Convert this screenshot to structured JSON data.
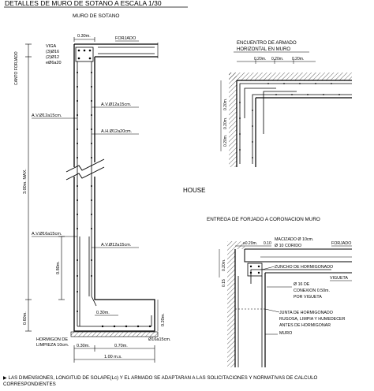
{
  "title": "DETALLES DE MURO DE SOTANO A ESCALA 1/30",
  "center_label": "HOUSE",
  "main_detail": {
    "heading": "MURO DE SOTANO",
    "labels": {
      "top_dim": "0.30m.",
      "forjado": "FORJADO",
      "viga": "VIGA",
      "viga_bars1": "(3)Ø16",
      "viga_bars2": "(2)Ø12",
      "viga_stirrup": "eØ6a20",
      "canto_forjado": "CANTO FORJADO",
      "av_12_15_upper": "A.V.Ø12a15cm.",
      "av_12_15_mid": "A.V.Ø12a15cm.",
      "ah_12_20": "A.H.Ø12a20cm.",
      "av_16_15": "A.V.Ø16a15cm.",
      "av_12_15_lower": "A.V.Ø12a15cm.",
      "height_max": "3.00m. MAX.",
      "dim_080": "0.80m.",
      "dim_060": "0.60m.",
      "dim_030": "0.30m.",
      "dim_020": "0.20m.",
      "hormigon_line1": "HORMIGON DE",
      "hormigon_line2": "LIMPIEZA 10cm.",
      "footing_bars": "Ø16a15cm.",
      "dim_030_base": "0.30m.",
      "dim_070": "0.70m.",
      "dim_100": "1.00 m.s."
    }
  },
  "corner_detail": {
    "heading_line1": "ENCUENTRO DE ARMADO",
    "heading_line2": "HORIZONTAL EN MURO",
    "labels": {
      "d1": "0.20m.",
      "d2": "0.20m.",
      "d3": "0.20m.",
      "v1": "0.20m.",
      "v2": "0.20m.",
      "v3": "0.20m."
    }
  },
  "crown_detail": {
    "heading": "ENTREGA DE FORJADO A CORONACION MURO",
    "labels": {
      "d_020": "≥0.20m.",
      "d_010": "0.10",
      "v_020": "0.20m.",
      "v_015": "0.15",
      "macizado": "MACIZADO Ø 10cm.",
      "corrido": "Ø 10 CORIDO",
      "forjado": "FORJADO",
      "zuncho": "ZUNCHO DE HORMIGONADO",
      "conexion1": "Ø 16 DE",
      "conexion2": "CONEXION 0.50m.",
      "conexion3": "POR VIGUETA",
      "vigueta": "VIGUETA",
      "junta1": "JUNTA DE HORMIGONADO",
      "junta2": "RUGOSA, LIMPIA Y HUMEDECER",
      "junta3": "ANTES DE HORMIGONAR",
      "muro": "MURO"
    }
  },
  "footnote": "LAS DIMENSIONES, LONGITUD DE SOLAPE(Lc) Y EL ARMADO SE ADAPTARAN A LAS SOLICITACIONES Y NORMATIVAS DE CALCULO CORRESPONDIENTES"
}
